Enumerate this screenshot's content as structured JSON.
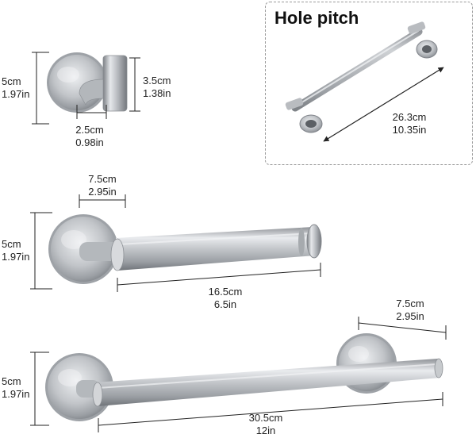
{
  "hole_pitch": {
    "title": "Hole pitch",
    "dimension_cm": "26.3cm",
    "dimension_in": "10.35in"
  },
  "robe_hook": {
    "height_cm": "5cm",
    "height_in": "1.97in",
    "depth_cm": "3.5cm",
    "depth_in": "1.38in",
    "base_cm": "2.5cm",
    "base_in": "0.98in"
  },
  "paper_holder": {
    "height_cm": "5cm",
    "height_in": "1.97in",
    "offset_cm": "7.5cm",
    "offset_in": "2.95in",
    "length_cm": "16.5cm",
    "length_in": "6.5in"
  },
  "towel_bar": {
    "height_cm": "5cm",
    "height_in": "1.97in",
    "offset_cm": "7.5cm",
    "offset_in": "2.95in",
    "length_cm": "30.5cm",
    "length_in": "12in"
  }
}
